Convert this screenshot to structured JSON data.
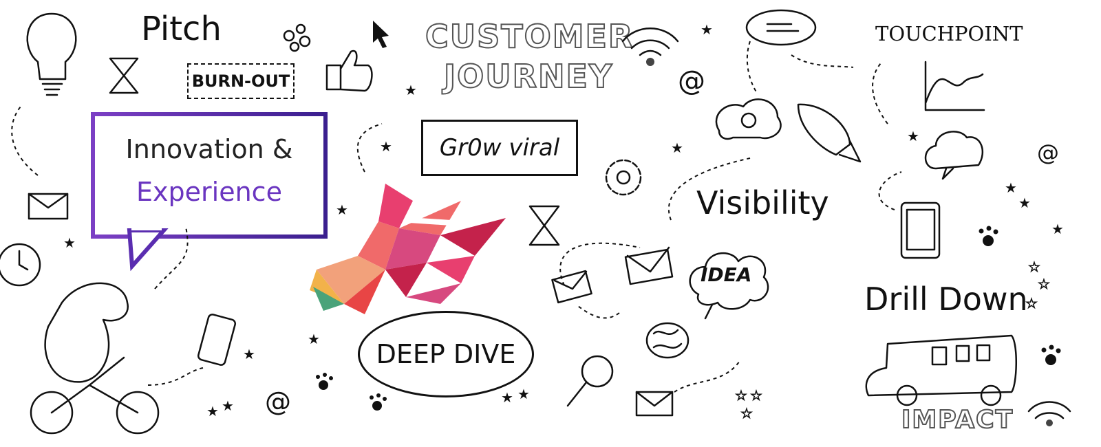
{
  "labels": {
    "pitch": "Pitch",
    "burn_out": "BURN-OUT",
    "customer_journey_line1": "CUSTOMER",
    "customer_journey_line2": "JOURNEY",
    "touchpoint": "TOUCHPOINT",
    "innovation_line1": "Innovation &",
    "innovation_line2": "Experience",
    "grow_viral": "Gr0w viral",
    "visibility": "Visibility",
    "idea": "IDEA",
    "deep_dive": "DEEP DIVE",
    "drill_down": "Drill Down",
    "impact": "IMPACT",
    "email_symbol": "@"
  },
  "colors": {
    "accent_purple": "#6a35c0",
    "accent_dark_purple": "#3b1f8f",
    "bird_palette": [
      "#f06a6a",
      "#e83f6f",
      "#c4224b",
      "#f2a17b",
      "#4aa37a",
      "#f2b24a",
      "#d7497f"
    ]
  }
}
